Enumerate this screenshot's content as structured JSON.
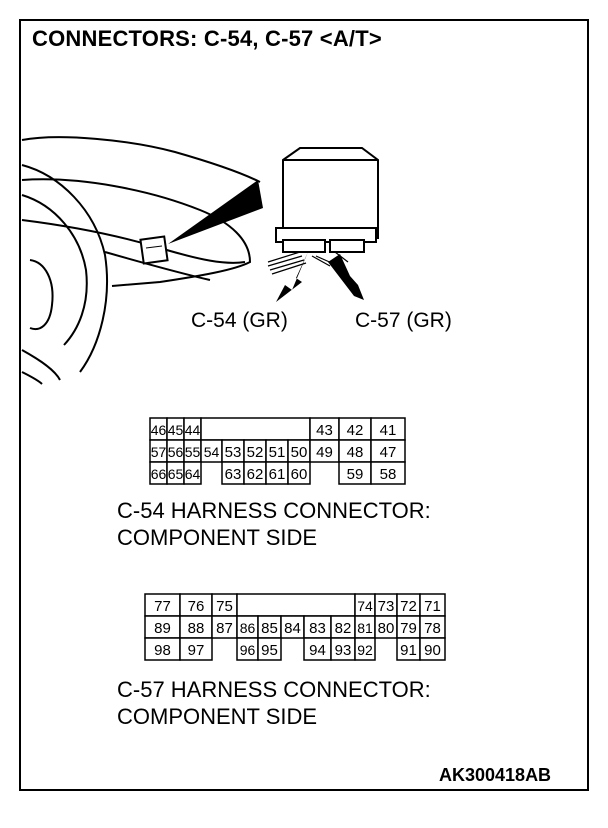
{
  "title": "CONNECTORS: C-54, C-57 <A/T>",
  "illustration": {
    "label_c54": "C-54 (GR)",
    "label_c57": "C-57 (GR)"
  },
  "connector_c54": {
    "caption_line1": "C-54 HARNESS CONNECTOR:",
    "caption_line2": "COMPONENT SIDE",
    "rows": [
      [
        "46",
        "45",
        "44",
        "",
        "",
        "",
        "",
        "",
        "43",
        "42",
        "41"
      ],
      [
        "57",
        "56",
        "55",
        "54",
        "53",
        "52",
        "51",
        "50",
        "49",
        "48",
        "47"
      ],
      [
        "66",
        "65",
        "64",
        "",
        "63",
        "62",
        "61",
        "60",
        "",
        "59",
        "58"
      ]
    ]
  },
  "connector_c57": {
    "caption_line1": "C-57 HARNESS CONNECTOR:",
    "caption_line2": "COMPONENT SIDE",
    "rows": [
      [
        "77",
        "76",
        "75",
        "",
        "",
        "",
        "",
        "",
        "74",
        "73",
        "72",
        "71"
      ],
      [
        "89",
        "88",
        "87",
        "86",
        "85",
        "84",
        "83",
        "82",
        "81",
        "80",
        "79",
        "78"
      ],
      [
        "98",
        "97",
        "",
        "96",
        "95",
        "",
        "94",
        "93",
        "92",
        "",
        "91",
        "90"
      ]
    ]
  },
  "figure_id": "AK300418AB"
}
